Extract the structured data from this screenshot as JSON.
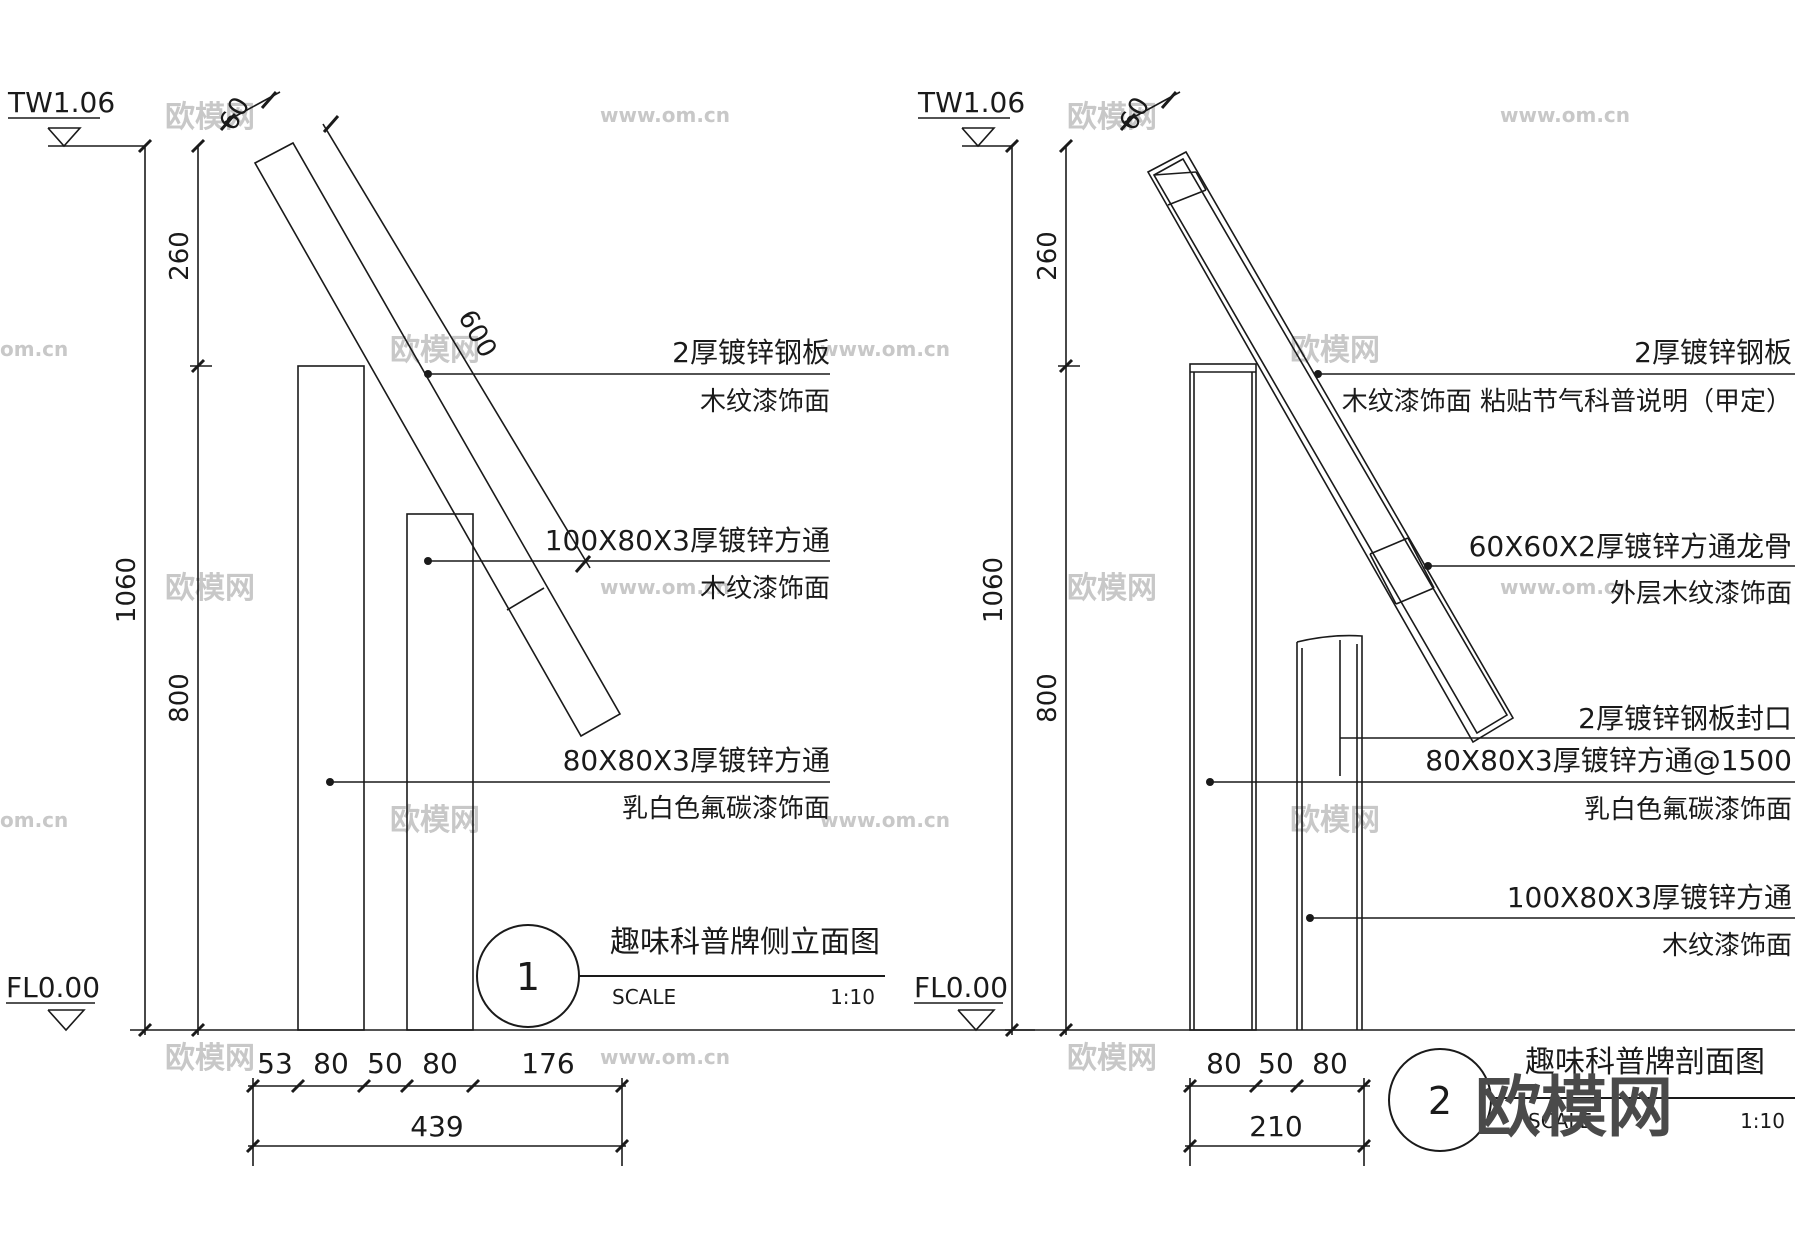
{
  "watermark": {
    "cn": "欧模网",
    "url": "www.om.cn",
    "url_short": "om.cn",
    "logo": "欧模网"
  },
  "view1": {
    "level_top": "TW1.06",
    "level_bottom": "FL0.00",
    "dims": {
      "d60": "60",
      "d600": "600",
      "d260": "260",
      "d800": "800",
      "d1060": "1060"
    },
    "bottom_dims": [
      "53",
      "80",
      "50",
      "80",
      "176"
    ],
    "bottom_total": "439",
    "labels": {
      "l1a": "2厚镀锌钢板",
      "l1b": "木纹漆饰面",
      "l2a": "100X80X3厚镀锌方通",
      "l2b": "木纹漆饰面",
      "l3a": "80X80X3厚镀锌方通",
      "l3b": "乳白色氟碳漆饰面"
    },
    "title": "趣味科普牌侧立面图",
    "number": "1",
    "scale_label": "SCALE",
    "scale": "1:10"
  },
  "view2": {
    "level_top": "TW1.06",
    "level_bottom": "FL0.00",
    "dims": {
      "d60": "60",
      "d260": "260",
      "d800": "800",
      "d1060": "1060"
    },
    "bottom_dims": [
      "80",
      "50",
      "80"
    ],
    "bottom_total": "210",
    "labels": {
      "l1a": "2厚镀锌钢板",
      "l1b": "木纹漆饰面  粘贴节气科普说明（甲定）",
      "l2a": "60X60X2厚镀锌方通龙骨",
      "l2b": "外层木纹漆饰面",
      "l3a": "2厚镀锌钢板封口",
      "l4a": "80X80X3厚镀锌方通@1500",
      "l4b": "乳白色氟碳漆饰面",
      "l5a": "100X80X3厚镀锌方通",
      "l5b": "木纹漆饰面"
    },
    "title": "趣味科普牌剖面图",
    "number": "2",
    "scale_label": "SCALE",
    "scale": "1:10"
  }
}
